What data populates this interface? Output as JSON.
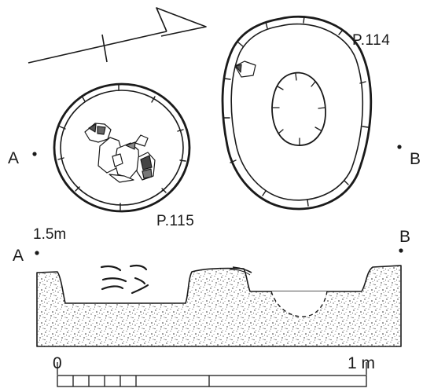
{
  "plan": {
    "pit_114_label": "P.114",
    "pit_115_label": "P.115",
    "point_a_label": "A",
    "point_b_label": "B"
  },
  "section": {
    "elevation_label": "1.5m",
    "point_a_label": "A",
    "point_b_label": "B"
  },
  "scale_bar": {
    "start_label": "0",
    "end_label": "1 m"
  }
}
